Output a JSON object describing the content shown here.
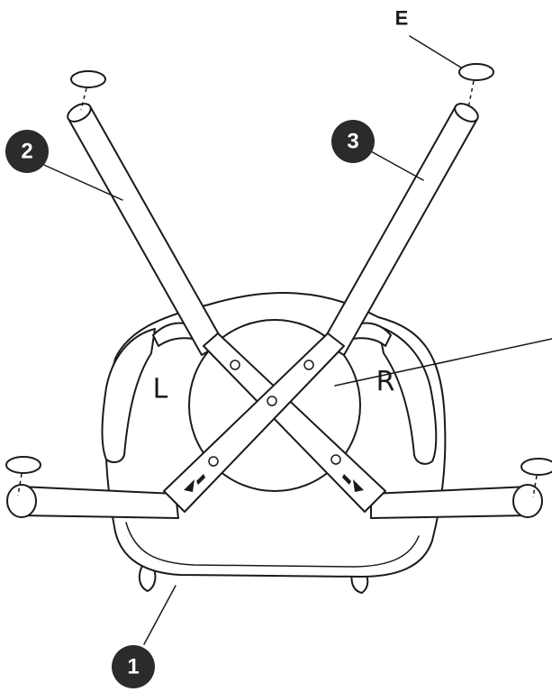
{
  "markers": {
    "seat": "1",
    "leg_left_back": "2",
    "leg_right_back": "3"
  },
  "part_letters": {
    "foot_cap": "E"
  },
  "side_labels": {
    "left": "L",
    "right": "R"
  },
  "colors": {
    "line": "#1a1a1a",
    "marker_fill": "#2b2b2b",
    "marker_text": "#ffffff",
    "background": "#ffffff"
  }
}
